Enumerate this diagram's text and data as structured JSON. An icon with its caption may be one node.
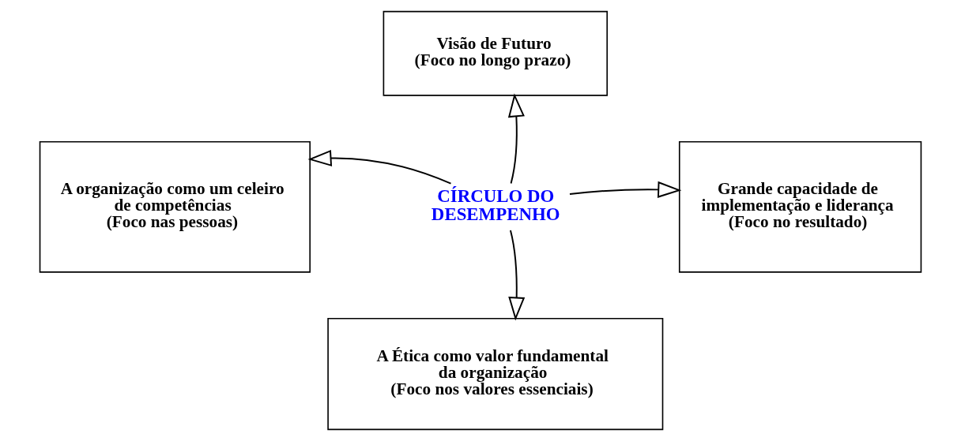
{
  "diagram": {
    "nodes": [
      {
        "text": [
          "CÍRCULO DO DESEMPENHO"
        ]
      },
      {
        "text": [
          "Visão de Futuro",
          "(Foco no longo prazo)"
        ]
      },
      {
        "text": [
          "A organização como um celeiro de competências",
          "(Foco nas pessoas)"
        ]
      },
      {
        "text": [
          "Grande capacidade de implementação e liderança",
          "(Foco no resultado)"
        ]
      },
      {
        "text": [
          "A Ética como valor fundamental da organização",
          "(Foco nos valores essenciais)"
        ]
      }
    ],
    "edges": [
      {
        "from": 0,
        "to": 1,
        "arrow": "to"
      },
      {
        "from": 0,
        "to": 2,
        "arrow": "to"
      },
      {
        "from": 0,
        "to": 3,
        "arrow": "to"
      },
      {
        "from": 0,
        "to": 4,
        "arrow": "to"
      }
    ]
  }
}
